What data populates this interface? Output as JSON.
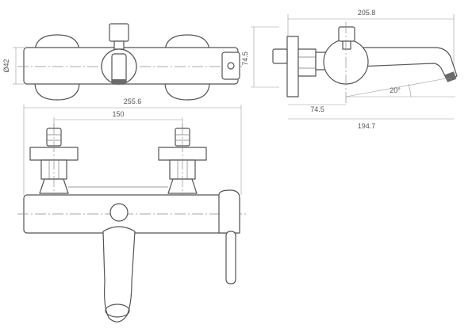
{
  "colors": {
    "stroke": "#555555",
    "dimension": "#9a9a9a",
    "background": "#ffffff"
  },
  "dimensions": {
    "diameter": "Ø42",
    "side_width": "205.8",
    "side_height": "74.5",
    "side_depth": "74.5",
    "side_spout_length": "194.7",
    "side_angle": "20°",
    "front_total_width": "255.6",
    "front_center_distance": "150"
  }
}
